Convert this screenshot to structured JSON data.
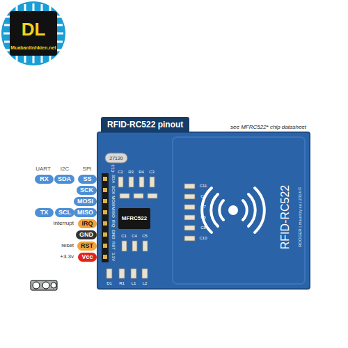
{
  "diagram": {
    "title": "RFID-RC522 pinout",
    "nodes": [
      {
        "text": [
          "RX"
        ]
      },
      {
        "text": [
          "SDA"
        ]
      },
      {
        "text": [
          "SS"
        ]
      },
      {
        "text": [
          "SCK"
        ]
      },
      {
        "text": [
          "MOSI"
        ]
      },
      {
        "text": [
          "TX"
        ]
      },
      {
        "text": [
          "SCL"
        ]
      },
      {
        "text": [
          "MISO"
        ]
      },
      {
        "text": [
          "IRQ"
        ]
      },
      {
        "text": [
          "GND"
        ]
      },
      {
        "text": [
          "RST"
        ]
      },
      {
        "text": [
          "Vcc"
        ]
      },
      {
        "text": [
          "MFRC522"
        ]
      }
    ],
    "labels": [
      "UART",
      "I2C",
      "SPI",
      "interrupt",
      "reset",
      "+3.3v",
      "see MFRC522* chip datasheet",
      "DL",
      "Muabanlinhkien.net",
      "27120",
      "C13",
      "C2",
      "R3",
      "R4",
      "C3",
      "SDA",
      "SCK",
      "MOSI",
      "MISO",
      "IRQ",
      "GND",
      "RST",
      "3.3V",
      "C1",
      "C4",
      "C5",
      "C10",
      "C8",
      "C6",
      "C7",
      "C9",
      "C11",
      "D1",
      "R1",
      "L1",
      "L2",
      "RFID-RC522",
      "ROOGER | mauritzy.su | 2014 ©"
    ]
  }
}
